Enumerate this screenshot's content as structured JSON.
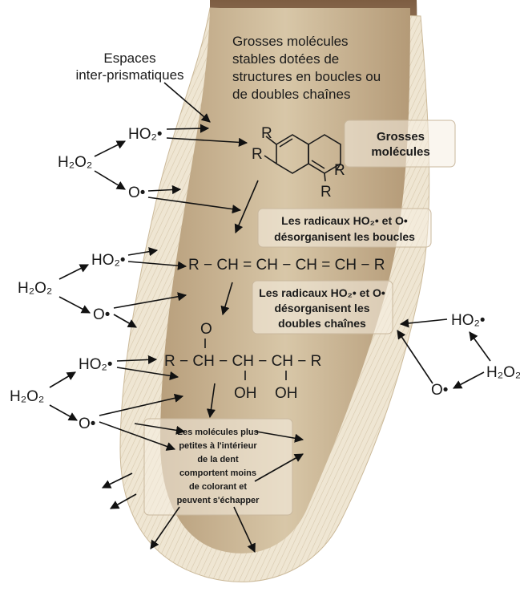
{
  "labels": {
    "espaces_l1": "Espaces",
    "espaces_l2": "inter-prismatiques",
    "top_l1": "Grosses molécules",
    "top_l2": "stables dotées de",
    "top_l3": "structures en boucles ou",
    "top_l4": "de doubles chaînes"
  },
  "boxes": {
    "grosses_l1": "Grosses",
    "grosses_l2": "molécules",
    "radicaux1_l1": "Les radicaux HO₂• et O•",
    "radicaux1_l2": "désorganisent les boucles",
    "radicaux2_l1": "Les radicaux HO₂• et O•",
    "radicaux2_l2": "désorganisent les",
    "radicaux2_l3": "doubles chaînes",
    "small_l1": "Les molécules plus",
    "small_l2": "petites à l'intérieur",
    "small_l3": "de la dent",
    "small_l4": "comportent moins",
    "small_l5": "de colorant et",
    "small_l6": "peuvent s'échapper"
  },
  "chem": {
    "ho2": "HO₂•",
    "h2o2": "H₂O₂",
    "o_rad": "O•",
    "r": "R",
    "chain1": "R − CH = CH − CH = CH − R",
    "o": "O",
    "chain2": "R − CH − CH − CH − R",
    "oh": "OH"
  },
  "colors": {
    "enamel": "#e4d7bf",
    "dentin": "#c9b48f",
    "root": "#8a6a4d",
    "box": "#f6eee2"
  }
}
